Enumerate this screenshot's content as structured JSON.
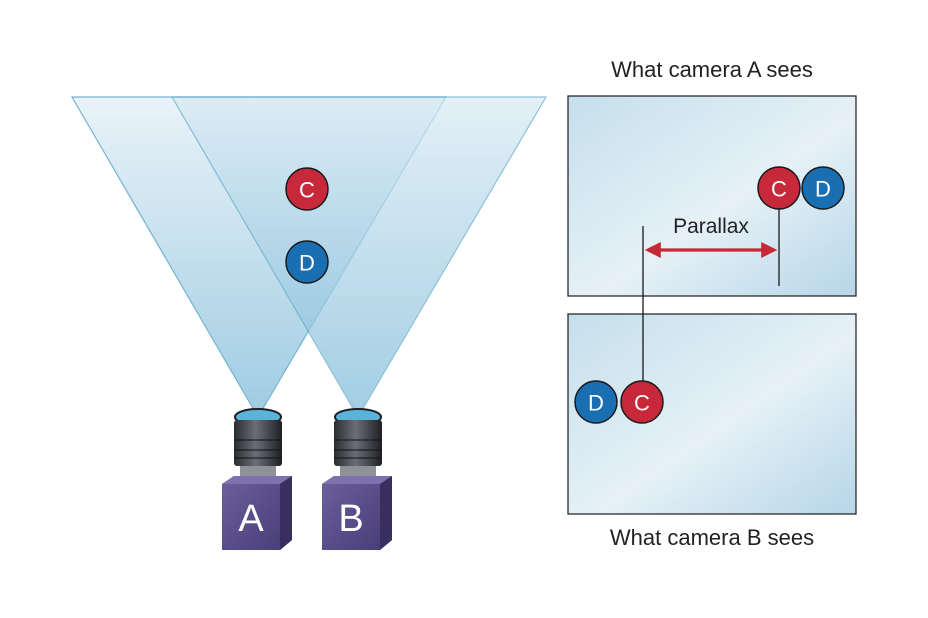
{
  "captions": {
    "camera_a": "What camera A sees",
    "camera_b": "What camera B sees",
    "parallax": "Parallax"
  },
  "objects": {
    "c": "C",
    "d": "D"
  },
  "cameras": {
    "a": "A",
    "b": "B"
  },
  "colors": {
    "object_c": "#c7283a",
    "object_d": "#1a6fb3",
    "arrow": "#c32a36",
    "camera_body": "#5b4f8a",
    "frustum": "#bcdcec"
  }
}
